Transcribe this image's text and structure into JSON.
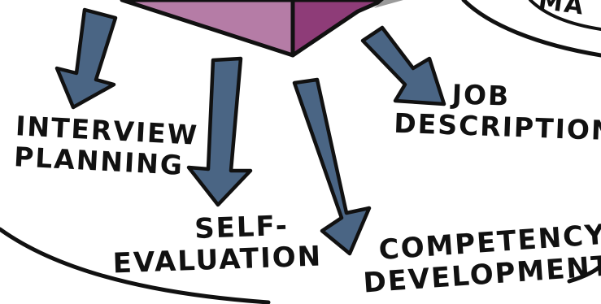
{
  "labels": {
    "interview": {
      "line1": "INTERVIEW",
      "line2": "PLANNING"
    },
    "self_evaluation": {
      "line1": "SELF-",
      "line2": "EVALUATION"
    },
    "job_descriptions": {
      "line1": "JOB",
      "line2": "DESCRIPTIONS"
    },
    "competency_development": {
      "line1": "COMPETENCY",
      "line2": "DEVELOPMENT"
    },
    "corner_fragment": "MA"
  },
  "colors": {
    "arrow_fill": "#4a6584",
    "outline": "#111111",
    "pyramid_left": "#b57ca6",
    "pyramid_right": "#8e3c78",
    "background": "#ffffff"
  }
}
